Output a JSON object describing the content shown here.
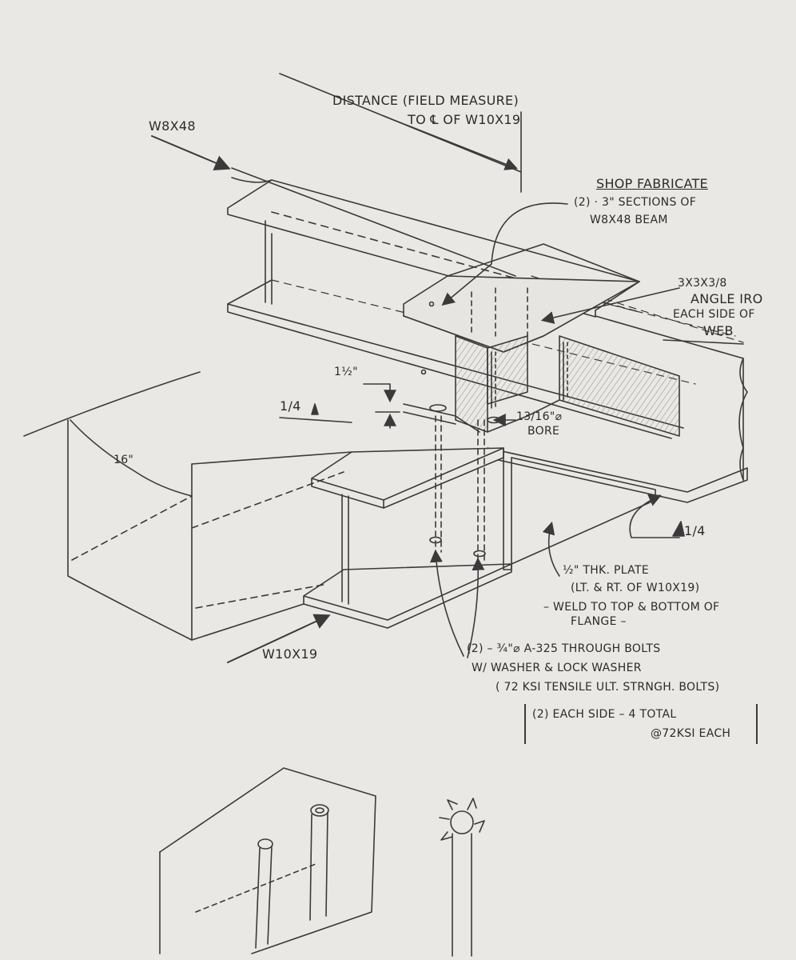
{
  "colors": {
    "paper": "#e9e8e4",
    "pencil": "#3a3a3a",
    "shade": "#8a8a8a"
  },
  "labels": {
    "distance_line1": "DISTANCE (FIELD MEASURE)",
    "distance_line2": "TO ℄ OF W10X19",
    "beam_top": "W8X48",
    "shop_fab_title": "SHOP FABRICATE",
    "shop_fab_line1": "(2) · 3\" SECTIONS OF",
    "shop_fab_line2": "W8X48 BEAM",
    "angle_line1": "3X3X3/8",
    "angle_line2": "ANGLE IRO",
    "angle_line3": "EACH SIDE OF",
    "angle_line4": "WEB",
    "dim_half_inch": "1½\"",
    "weld_left": "1/4",
    "bore_line1": "13/16\"⌀",
    "bore_line2": "BORE",
    "dim_16": "16\"",
    "weld_right": "1/4",
    "plate_line1": "½\" THK. PLATE",
    "plate_line2": "(LT. & RT. OF W10X19)",
    "plate_line3": "– WELD TO TOP & BOTTOM OF",
    "plate_line4": "FLANGE –",
    "beam_bottom": "W10X19",
    "bolts_line1": "(2) – ¾\"⌀ A-325 THROUGH BOLTS",
    "bolts_line2": "W/ WASHER & LOCK WASHER",
    "bolts_line3": "( 72 KSI TENSILE ULT. STRNGH. BOLTS)",
    "each_side_line1": "(2) EACH SIDE – 4 TOTAL",
    "each_side_line2": "@72KSI EACH"
  }
}
